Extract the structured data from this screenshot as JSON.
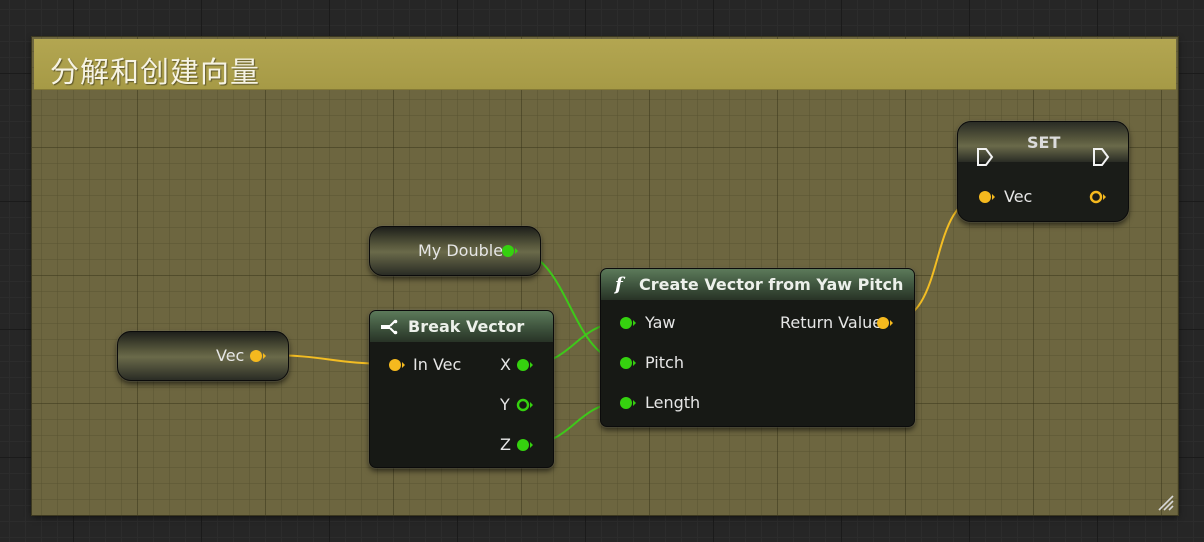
{
  "comment": {
    "title": "分解和创建向量"
  },
  "nodes": {
    "vec_getter": {
      "label": "Vec"
    },
    "my_double": {
      "label": "My Double"
    },
    "break_vector": {
      "title": "Break Vector",
      "inputs": [
        "In Vec"
      ],
      "outputs": [
        "X",
        "Y",
        "Z"
      ]
    },
    "create_vector": {
      "title": "Create Vector from Yaw Pitch",
      "function_glyph": "f",
      "inputs": [
        "Yaw",
        "Pitch",
        "Length"
      ],
      "outputs": [
        "Return Value"
      ]
    },
    "set": {
      "title": "SET",
      "input": "Vec"
    }
  },
  "colors": {
    "vector_pin": "#f5b91e",
    "float_pin": "#35d10f",
    "wire_vector": "#f3bd23",
    "wire_float": "#3ec81a",
    "comment_header": "#a99d48",
    "comment_body": "#6d6640"
  },
  "icons": [
    "exec-pin-icon",
    "break-struct-icon",
    "function-icon",
    "resize-handle-icon"
  ]
}
